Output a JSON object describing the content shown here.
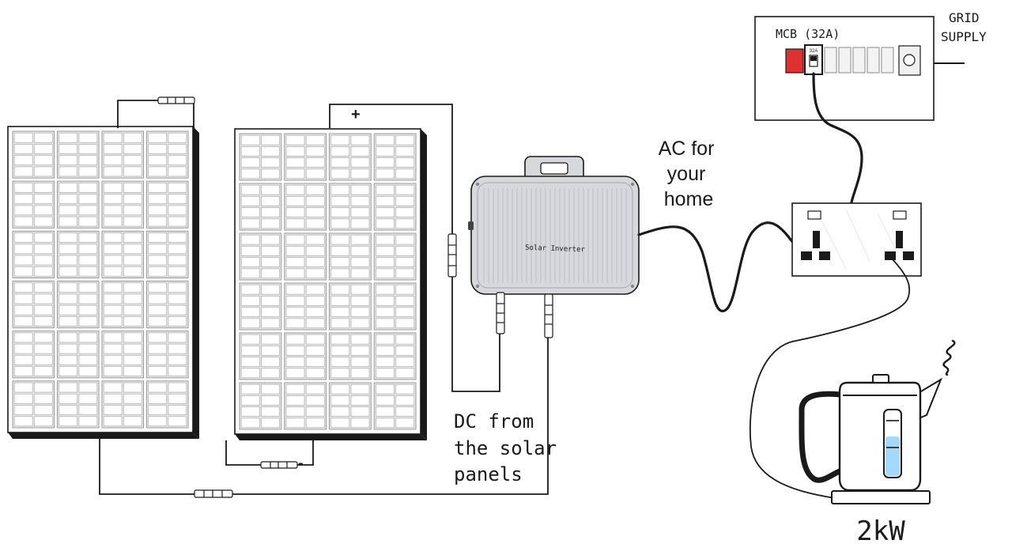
{
  "labels": {
    "mcb": "MCB (32A)",
    "mcb_rating": "32A",
    "grid_line1": "GRID",
    "grid_line2": "SUPPLY",
    "ac_line1": "AC for",
    "ac_line2": "your",
    "ac_line3": "home",
    "dc_line1": "DC from",
    "dc_line2": "the solar",
    "dc_line3": "panels",
    "inverter": "Solar Inverter",
    "plus": "+",
    "minus": "-",
    "load": "2kW"
  },
  "colors": {
    "ink": "#1a1a1a",
    "panel_cell": "#d9d9d9",
    "inverter_body": "#d6d8dc",
    "mcb_red": "#e03131",
    "water": "#a5d8ff"
  },
  "icons": {
    "panel": "solar-panel-icon",
    "inverter": "inverter-icon",
    "kettle": "kettle-icon",
    "socket": "socket-icon",
    "steam": "steam-icon"
  }
}
